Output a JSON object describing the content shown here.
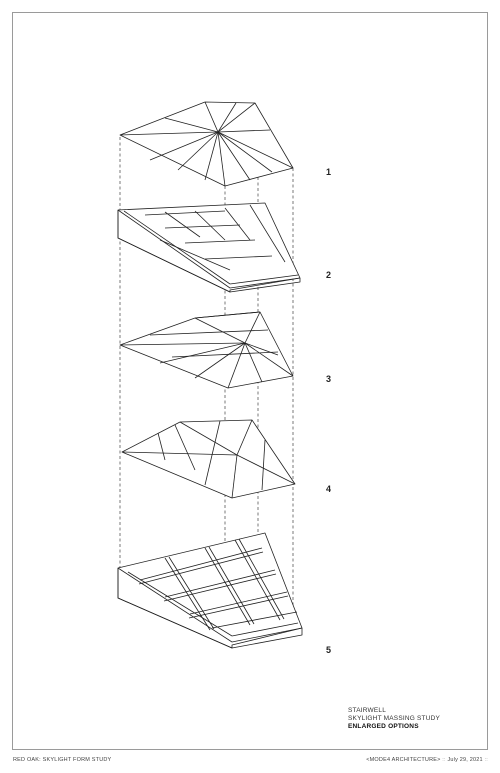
{
  "options": [
    "1",
    "2",
    "3",
    "4",
    "5"
  ],
  "title_block": {
    "line1": "STAIRWELL",
    "line2": "SKYLIGHT MASSING STUDY",
    "line3": "ENLARGED OPTIONS"
  },
  "footer": {
    "project": "RED OAK: SKYLIGHT FORM STUDY",
    "firm": "<MODE4 ARCHITECTURE>",
    "separator": "::",
    "date": "July 29, 2021"
  },
  "colors": {
    "line": "#222222",
    "frame": "#9a9a9a"
  }
}
